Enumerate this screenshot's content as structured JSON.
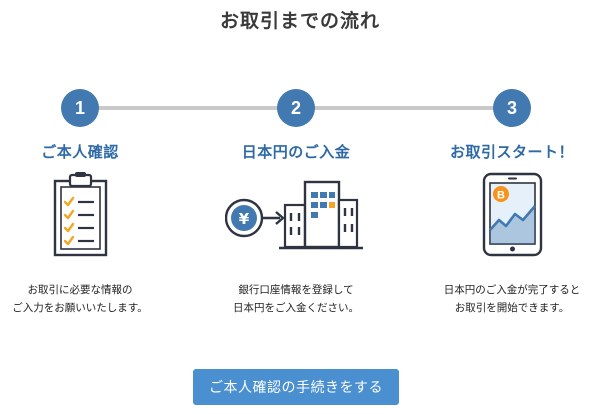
{
  "page": {
    "title": "お取引までの流れ"
  },
  "steps": [
    {
      "number": "1",
      "title": "ご本人確認",
      "desc_line1": "お取引に必要な情報の",
      "desc_line2": "ご入力をお願いいたします。"
    },
    {
      "number": "2",
      "title": "日本円のご入金",
      "desc_line1": "銀行口座情報を登録して",
      "desc_line2": "日本円をご入金ください。"
    },
    {
      "number": "3",
      "title": "お取引スタート！",
      "desc_line1": "日本円のご入金が完了すると",
      "desc_line2": "お取引を開始できます。"
    }
  ],
  "icons": {
    "step1": "clipboard-checklist-icon",
    "step2": "yen-to-building-icon",
    "step3": "tablet-chart-bitcoin-icon",
    "yen_symbol": "¥",
    "bitcoin_symbol": "B"
  },
  "cta": {
    "label": "ご本人確認の手続きをする"
  },
  "colors": {
    "accent": "#4279b0",
    "cta": "#4a8fcf",
    "track": "#c9c9c9",
    "check": "#f5a623",
    "bitcoin": "#f7931a"
  }
}
